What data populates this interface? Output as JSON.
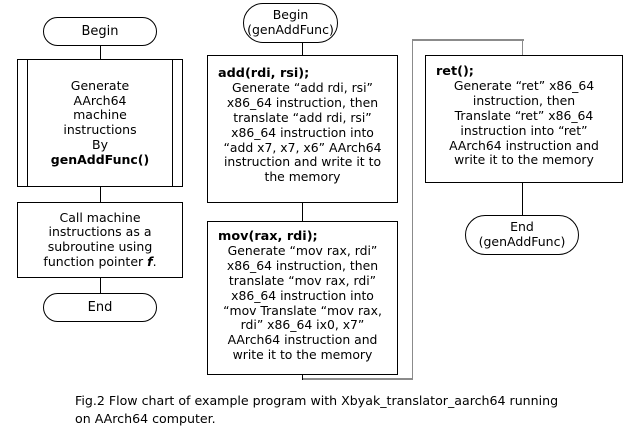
{
  "figure": {
    "caption_line1": "Fig.2 Flow chart of example program with Xbyak_translator_aarch64 running",
    "caption_line2": "on AArch64 computer."
  },
  "colors": {
    "stroke": "#000000",
    "gray_connector": "#8b8b8b",
    "background": "#ffffff"
  },
  "main_flow": {
    "begin": {
      "label": "Begin"
    },
    "generate": {
      "line1": "Generate",
      "line2": "AArch64",
      "line3": "machine",
      "line4": "instructions",
      "line5": "By",
      "line6": "genAddFunc()"
    },
    "call": {
      "line1": "Call machine",
      "line2": "instructions as a",
      "line3": "subroutine using",
      "line4_pre": "function pointer ",
      "line4_em": "f",
      "line4_post": "."
    },
    "end": {
      "label": "End"
    }
  },
  "sub_flow": {
    "begin": {
      "line1": "Begin",
      "line2": "(genAddFunc)"
    },
    "add_step": {
      "title": "add(rdi, rsi);",
      "body": "Generate “add rdi, rsi”\nx86_64 instruction, then\ntranslate “add rdi, rsi”\nx86_64 instruction into\n“add x7, x7, x6” AArch64\ninstruction and write it to\nthe memory"
    },
    "mov_step": {
      "title": "mov(rax, rdi);",
      "body": "Generate “mov rax, rdi”\nx86_64 instruction, then\ntranslate “mov rax, rdi”\nx86_64 instruction into\n“mov Translate “mov rax,\nrdi” x86_64  ix0, x7”\nAArch64 instruction and\nwrite it to the memory"
    },
    "ret_step": {
      "title": "ret();",
      "body": "Generate “ret” x86_64\ninstruction, then\nTranslate “ret” x86_64\ninstruction into “ret”\nAArch64 instruction and\nwrite it to the memory"
    },
    "end": {
      "line1": "End",
      "line2": "(genAddFunc)"
    }
  }
}
